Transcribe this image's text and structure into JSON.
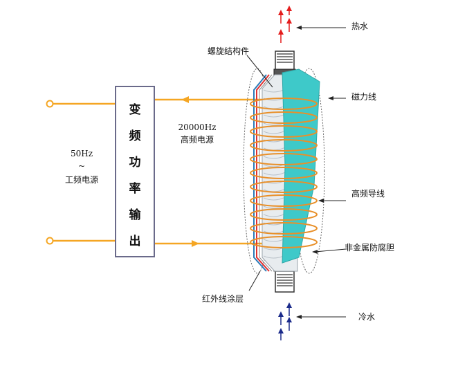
{
  "inverter": {
    "chars": [
      "变",
      "频",
      "功",
      "率",
      "输",
      "出"
    ]
  },
  "labels": {
    "hot_water": "热水",
    "cold_water": "冷水",
    "spiral_structure": "螺旋结构件",
    "magnetic_field": "磁力线",
    "hf_wire": "高频导线",
    "nonmetal_tank": "非金属防腐胆",
    "infrared_coating": "红外线涂层",
    "hf_freq": "20000Hz",
    "hf_source": "高频电源",
    "lf_freq": "50Hz",
    "lf_tilde": "~",
    "lf_source": "工频电源"
  },
  "colors": {
    "wire": "#f5a623",
    "coil": "#e8902a",
    "tank": "#3ec9c9",
    "hot_arrow": "#e41c1c",
    "cold_arrow": "#1a2a8a",
    "coating_red": "#e03030",
    "coating_blue": "#2a7ab8"
  }
}
